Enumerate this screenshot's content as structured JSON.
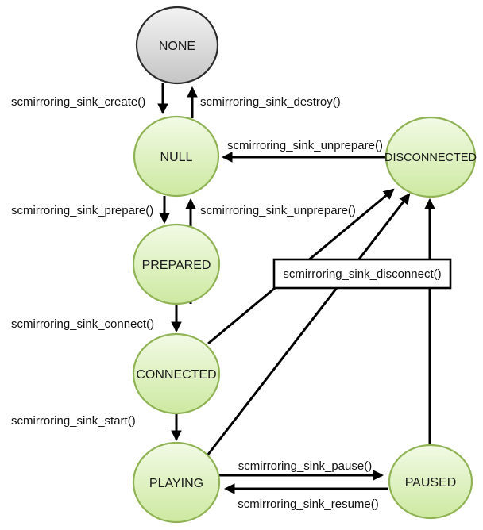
{
  "colors": {
    "background": "#ffffff",
    "green_state_fill_top": "#f2fae5",
    "green_state_fill_bottom": "#cde9a1",
    "green_state_border": "#8fb254",
    "none_state_fill_top": "#f3f3f3",
    "none_state_fill_bottom": "#c5c5c5",
    "none_state_border": "#2b2b2b",
    "arrow_color": "#000000",
    "label_color": "#111111"
  },
  "states": [
    {
      "label": "NONE"
    },
    {
      "label": "NULL"
    },
    {
      "label": "PREPARED"
    },
    {
      "label": "CONNECTED"
    },
    {
      "label": "PLAYING"
    },
    {
      "label": "DISCONNECTED"
    },
    {
      "label": "PAUSED"
    }
  ],
  "transitions": [
    {
      "label": "scmirroring_sink_create()",
      "from": "NONE",
      "to": "NULL"
    },
    {
      "label": "scmirroring_sink_destroy()",
      "from": "NULL",
      "to": "NONE"
    },
    {
      "label": "scmirroring_sink_unprepare()",
      "from": "DISCONNECTED",
      "to": "NULL"
    },
    {
      "label": "scmirroring_sink_prepare()",
      "from": "NULL",
      "to": "PREPARED"
    },
    {
      "label": "scmirroring_sink_unprepare()",
      "from": "PREPARED",
      "to": "NULL"
    },
    {
      "label": "scmirroring_sink_connect()",
      "from": "PREPARED",
      "to": "CONNECTED"
    },
    {
      "label": "scmirroring_sink_start()",
      "from": "CONNECTED",
      "to": "PLAYING"
    },
    {
      "label": "scmirroring_sink_disconnect()",
      "from": "CONNECTED, PLAYING, PAUSED",
      "to": "DISCONNECTED"
    },
    {
      "label": "scmirroring_sink_pause()",
      "from": "PLAYING",
      "to": "PAUSED"
    },
    {
      "label": "scmirroring_sink_resume()",
      "from": "PAUSED",
      "to": "PLAYING"
    }
  ]
}
